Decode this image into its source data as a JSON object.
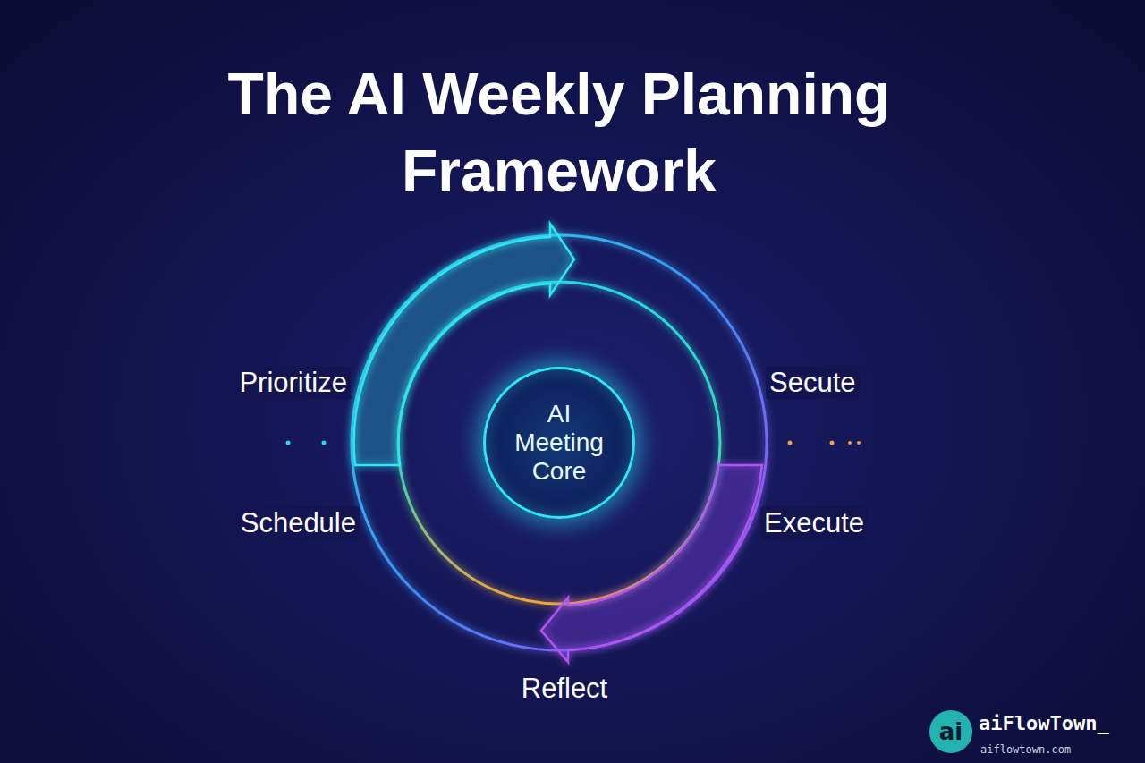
{
  "diagram": {
    "title": "The AI Weekly Planning Framework",
    "nodes": [
      {
        "text": [
          "AI Meeting Core"
        ]
      },
      {
        "text": [
          "ai"
        ]
      }
    ],
    "labels": [
      "Prioritize",
      "Secute",
      "Schedule",
      "Execute",
      "Reflect",
      "aiFlowTown_",
      "aiflowtown.com"
    ]
  }
}
